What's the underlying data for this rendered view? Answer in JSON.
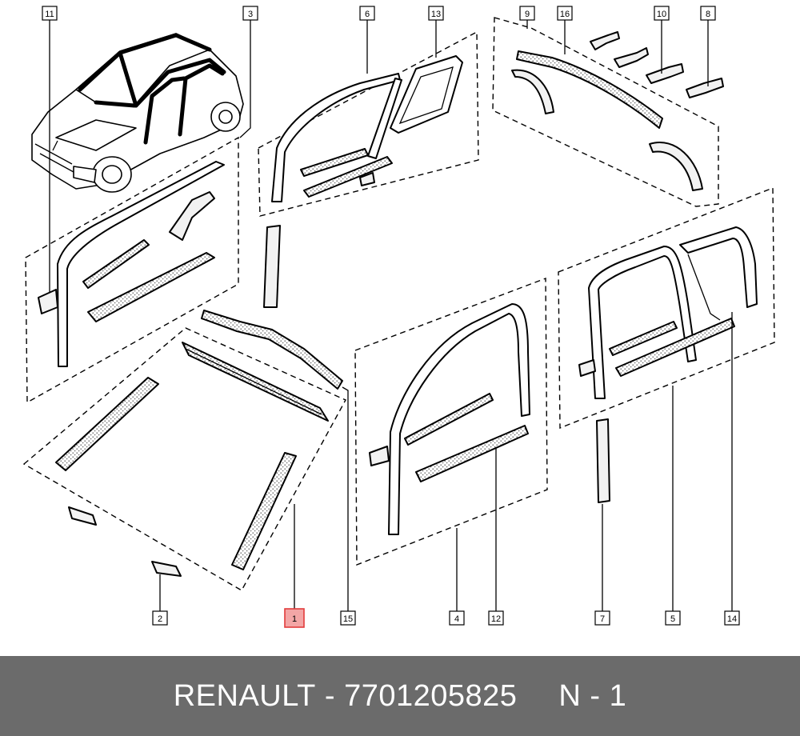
{
  "callouts": [
    {
      "id": "11",
      "text": "11",
      "highlight": false
    },
    {
      "id": "3",
      "text": "3",
      "highlight": false
    },
    {
      "id": "6",
      "text": "6",
      "highlight": false
    },
    {
      "id": "13",
      "text": "13",
      "highlight": false
    },
    {
      "id": "9",
      "text": "9",
      "highlight": false
    },
    {
      "id": "16",
      "text": "16",
      "highlight": false
    },
    {
      "id": "10",
      "text": "10",
      "highlight": false
    },
    {
      "id": "8",
      "text": "8",
      "highlight": false
    },
    {
      "id": "2",
      "text": "2",
      "highlight": false
    },
    {
      "id": "1",
      "text": "1",
      "highlight": true
    },
    {
      "id": "15",
      "text": "15",
      "highlight": false
    },
    {
      "id": "4",
      "text": "4",
      "highlight": false
    },
    {
      "id": "12",
      "text": "12",
      "highlight": false
    },
    {
      "id": "7",
      "text": "7",
      "highlight": false
    },
    {
      "id": "5",
      "text": "5",
      "highlight": false
    },
    {
      "id": "14",
      "text": "14",
      "highlight": false
    }
  ],
  "footer": {
    "brand": "RENAULT",
    "separator": "-",
    "part_number": "7701205825",
    "note": "N - 1"
  },
  "colors": {
    "highlight_fill": "#f3a6a6",
    "highlight_stroke": "#e23c3c",
    "footer_bg": "#6b6b6b",
    "footer_text": "#ffffff"
  }
}
